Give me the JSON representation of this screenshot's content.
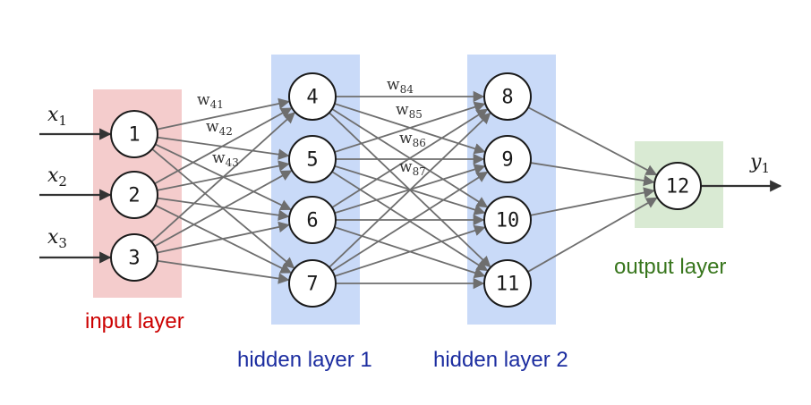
{
  "colors": {
    "input_layer": "#f4cccc",
    "hidden_layer": "#c9daf8",
    "output_layer": "#d9ead3",
    "input_text": "#cc0000",
    "hidden_text": "#1c2da0",
    "output_text": "#38761d"
  },
  "layers": {
    "input": {
      "label": "input layer",
      "nodes": [
        "1",
        "2",
        "3"
      ]
    },
    "hidden1": {
      "label": "hidden layer 1",
      "nodes": [
        "4",
        "5",
        "6",
        "7"
      ]
    },
    "hidden2": {
      "label": "hidden layer 2",
      "nodes": [
        "8",
        "9",
        "10",
        "11"
      ]
    },
    "output": {
      "label": "output layer",
      "nodes": [
        "12"
      ]
    }
  },
  "inputs": [
    {
      "base": "x",
      "sub": "1"
    },
    {
      "base": "x",
      "sub": "2"
    },
    {
      "base": "x",
      "sub": "3"
    }
  ],
  "output_var": {
    "base": "y",
    "sub": "1"
  },
  "weights_h1": [
    {
      "base": "w",
      "sub": "41"
    },
    {
      "base": "w",
      "sub": "42"
    },
    {
      "base": "w",
      "sub": "43"
    }
  ],
  "weights_h2": [
    {
      "base": "w",
      "sub": "84"
    },
    {
      "base": "w",
      "sub": "85"
    },
    {
      "base": "w",
      "sub": "86"
    },
    {
      "base": "w",
      "sub": "87"
    }
  ]
}
